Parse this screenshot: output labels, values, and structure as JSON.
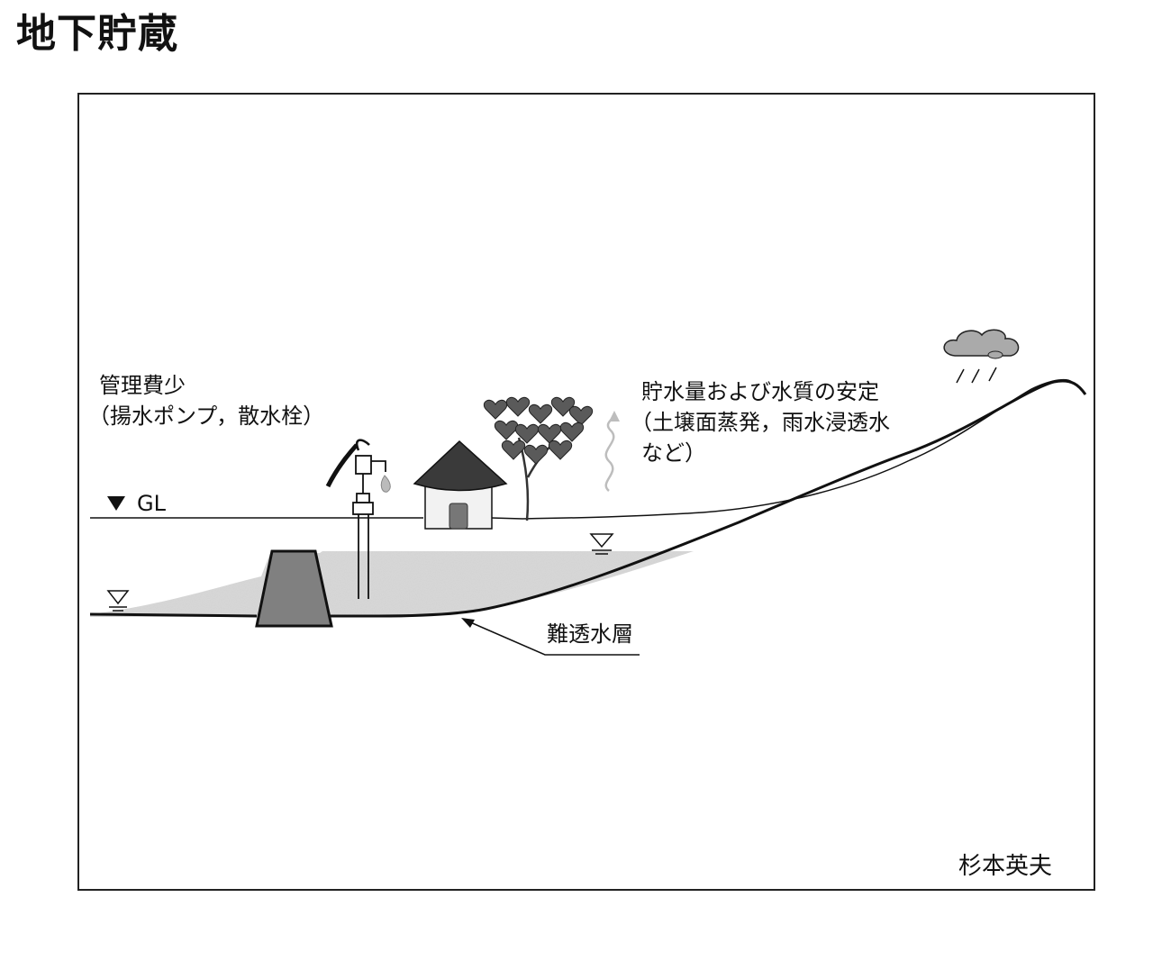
{
  "title": "地下貯蔵",
  "labels": {
    "management_line1": "管理費少",
    "management_line2": "（揚水ポンプ，散水栓）",
    "storage_line1": "貯水量および水質の安定",
    "storage_line2": "（土壌面蒸発，雨水浸透水",
    "storage_line3": "など）",
    "ground_level": "GL",
    "impermeable_layer": "難透水層"
  },
  "author": "杉本英夫",
  "colors": {
    "line": "#111111",
    "groundwater_fill": "#d9d9d9",
    "dam_fill": "#808080",
    "cloud_fill": "#aaaaaa",
    "roof_fill": "#3a3a3a",
    "hut_wall": "#f2f2f2",
    "tree_foliage": "#5a5a5a",
    "vapor": "#bdbdbd"
  },
  "icons": [
    "ground-level-triangle-icon",
    "water-level-icon",
    "cloud-icon",
    "rain-icon",
    "hand-pump-icon",
    "hut-icon",
    "tree-icon",
    "evaporation-icon",
    "arrow-icon"
  ]
}
